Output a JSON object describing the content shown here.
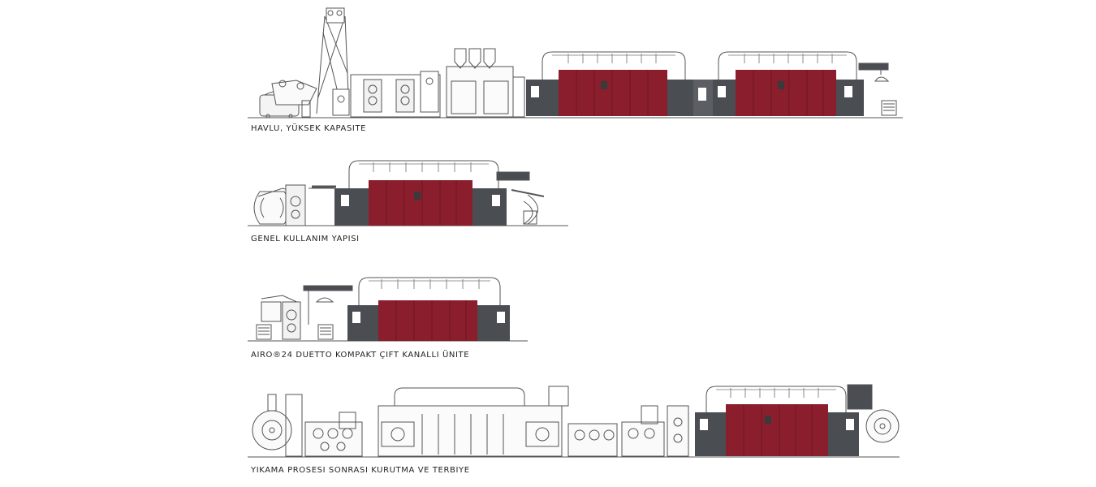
{
  "lines": [
    {
      "caption": "HAVLU, YÜKSEK KAPASITE"
    },
    {
      "caption": "GENEL KULLANIM YAPISI"
    },
    {
      "caption": "AIRO®24 DUETTO KOMPAKT ÇIFT KANALLI ÜNITE"
    },
    {
      "caption": "YIKAMA PROSESI SONRASI KURUTMA VE TERBIYE"
    }
  ],
  "colors": {
    "dryer_body": "#8a1e2c",
    "dryer_door": "#6f1522",
    "frame": "#4a4d52",
    "line": "#555"
  }
}
